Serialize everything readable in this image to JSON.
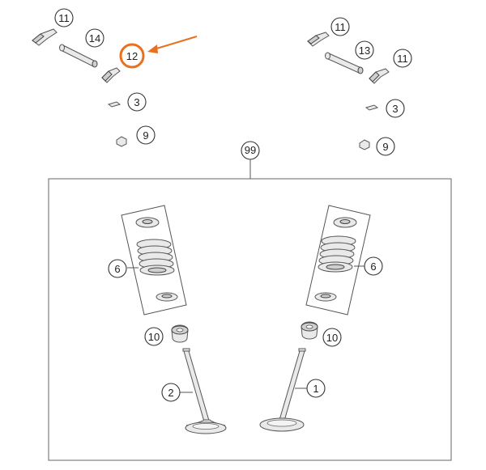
{
  "callouts": {
    "c11_left": "11",
    "c14": "14",
    "c12": "12",
    "c3_left": "3",
    "c9_left": "9",
    "c11_right_top": "11",
    "c13": "13",
    "c11_right": "11",
    "c3_right": "3",
    "c9_right": "9",
    "c99": "99",
    "c6_left": "6",
    "c6_right": "6",
    "c10_left": "10",
    "c10_right": "10",
    "c2": "2",
    "c1": "1"
  },
  "colors": {
    "highlight": "#e8701e",
    "line": "#555555"
  },
  "icons": {
    "highlight_arrow": "arrow-left-icon"
  }
}
